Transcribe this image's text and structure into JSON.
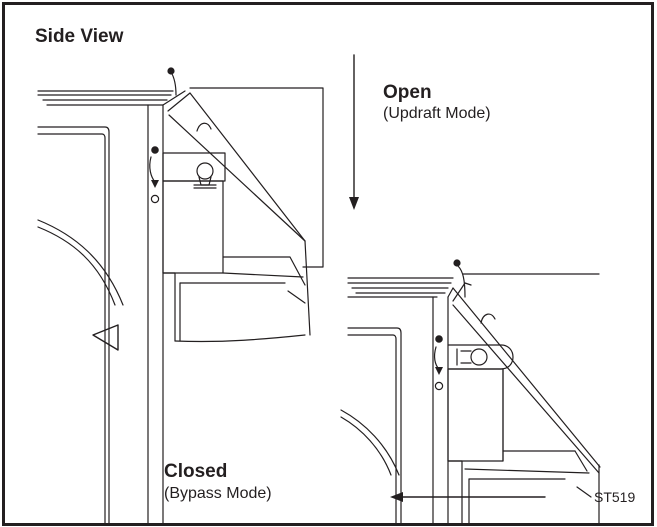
{
  "figure": {
    "title": "Side View",
    "open": {
      "label": "Open",
      "mode": "(Updraft Mode)"
    },
    "closed": {
      "label": "Closed",
      "mode": "(Bypass Mode)"
    },
    "code": "ST519"
  },
  "colors": {
    "ink": "#231f20",
    "background": "#ffffff"
  },
  "icons": [
    "arrow-down-icon",
    "arrow-left-icon",
    "door-handle-icon",
    "damper-knob-icon",
    "rod-pivot-icon"
  ]
}
